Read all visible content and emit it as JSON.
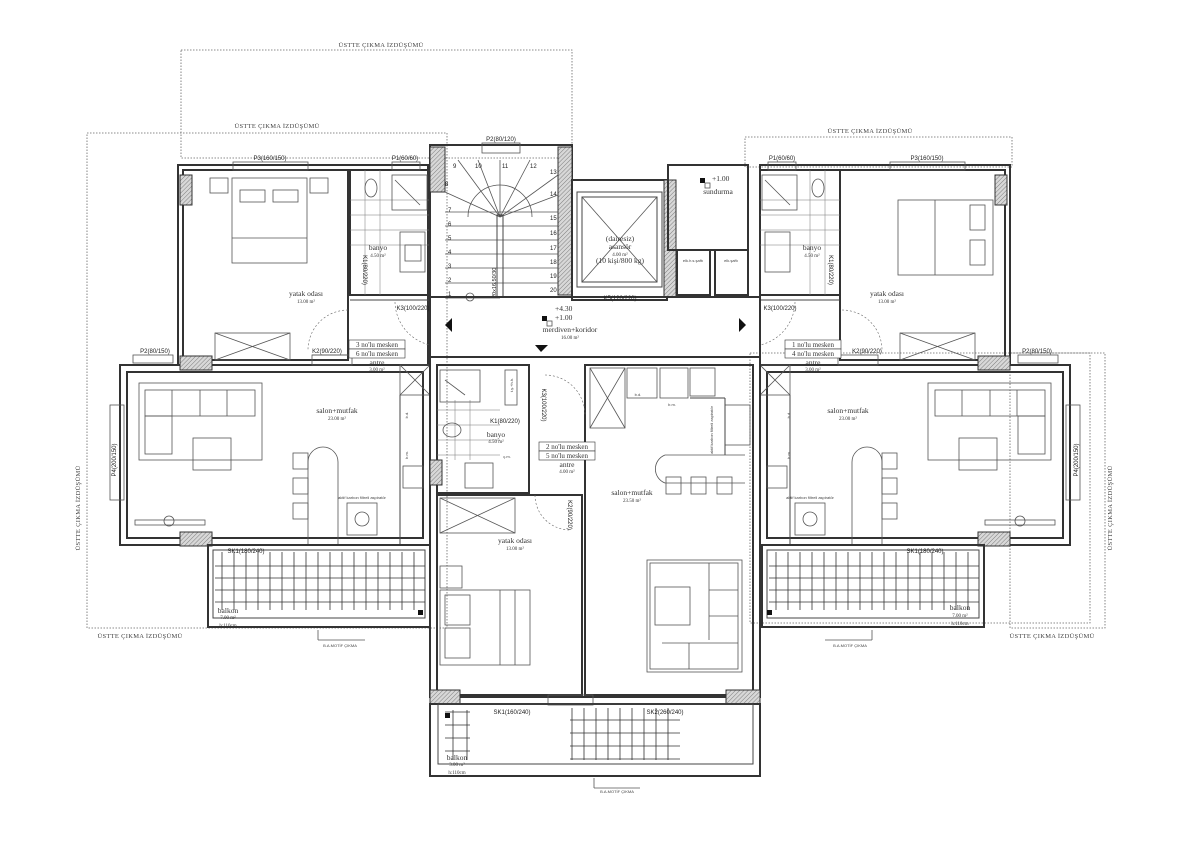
{
  "projection_label": "ÜSTTE ÇIKMA İZDÜŞÜMÜ",
  "motif_label": "B.A.MOTİF ÇIKMA",
  "windows": {
    "p3": "P3(160/150)",
    "p1": "P1(60/60)",
    "p2_stair": "P2(80/120)",
    "p2_living": "P2(80/150)",
    "p4": "P4(200/150)"
  },
  "doors": {
    "k3": "K3(100/220)",
    "k2": "K2(90/220)",
    "k1_bath": "K1(80/220)",
    "k5": "K5(120/220)",
    "sk1": "SK1(180/240)",
    "sk1_rear": "SK1(160/240)",
    "sk2": "SK2(260/240)"
  },
  "stair": {
    "label": "20x16.50/30",
    "steps": [
      "1",
      "2",
      "3",
      "4",
      "5",
      "6",
      "7",
      "8",
      "9",
      "10",
      "11",
      "12",
      "13",
      "14",
      "15",
      "16",
      "17",
      "18",
      "19",
      "20"
    ]
  },
  "elevator": {
    "line1": "(dairesiz)",
    "line2": "asansör",
    "area": "4.00 m²",
    "capacity": "(10 kişi/800 kg)"
  },
  "sundurma": {
    "level": "+1.00",
    "label": "sundurma"
  },
  "shafts": {
    "left": "elk.h.s.şaftı",
    "right": "elk.şaftı"
  },
  "corridor": {
    "level_top": "+4.30",
    "level_bottom": "+1.00",
    "label": "merdiven+koridor",
    "area": "16.00 m²"
  },
  "units": {
    "left": {
      "line1": "3 no'lu mesken",
      "line2": "6 no'lu mesken"
    },
    "right": {
      "line1": "1 no'lu mesken",
      "line2": "4 no'lu mesken"
    },
    "center": {
      "line1": "2 no'lu mesken",
      "line2": "5 no'lu mesken"
    }
  },
  "rooms": {
    "bedroom_left": {
      "name": "yatak odası",
      "area": "13.00 m²"
    },
    "bedroom_right": {
      "name": "yatak odası",
      "area": "13.00 m²"
    },
    "bedroom_center": {
      "name": "yatak odası",
      "area": "13.00 m²"
    },
    "bath_left": {
      "name": "banyo",
      "area": "4.50 m²"
    },
    "bath_right": {
      "name": "banyo",
      "area": "4.50 m²"
    },
    "bath_center": {
      "name": "banyo",
      "area": "4.50 m²"
    },
    "entry_left": {
      "name": "antre",
      "area": "3.00 m²"
    },
    "entry_right": {
      "name": "antre",
      "area": "3.00 m²"
    },
    "entry_center": {
      "name": "antre",
      "area": "4.00 m²"
    },
    "living_left": {
      "name": "salon+mutfak",
      "area": "23.00 m²"
    },
    "living_right": {
      "name": "salon+mutfak",
      "area": "23.00 m²"
    },
    "living_center": {
      "name": "salon+mutfak",
      "area": "23.50 m²"
    },
    "balcony_left": {
      "name": "balkon",
      "area": "7.00 m²",
      "rail": "h:110cm"
    },
    "balcony_right": {
      "name": "balkon",
      "area": "7.00 m²",
      "rail": "h:110cm"
    },
    "balcony_center": {
      "name": "balkon",
      "area": "3.00 m²",
      "rail": "h:110cm"
    }
  },
  "fixtures": {
    "bd": "b.d.",
    "bm": "b.m.",
    "cm": "ç.m.",
    "hood": "aktif karbon filtreli aspiratör",
    "tank": "t.ş.+h.h."
  }
}
